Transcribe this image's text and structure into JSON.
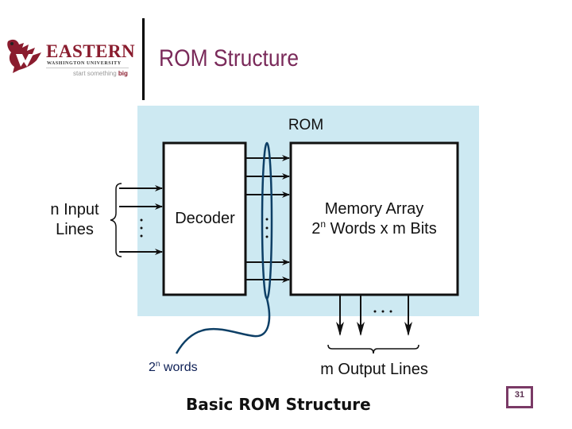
{
  "header": {
    "logo": {
      "wordmark": "EASTERN",
      "subtitle": "WASHINGTON UNIVERSITY",
      "tagline_prefix": "start something ",
      "tagline_emphasis": "big",
      "icon": "eagle-logo-icon"
    },
    "title": "ROM Structure"
  },
  "diagram": {
    "container_label": "ROM",
    "decoder_label": "Decoder",
    "memory_array_label": "Memory Array",
    "memory_array_base": "2",
    "memory_array_exp": "n",
    "memory_array_rest": " Words x m Bits",
    "input_label_line1": "n Input",
    "input_label_line2": "Lines",
    "words_base": "2",
    "words_exp": "n",
    "words_rest": " words",
    "output_label": "m Output Lines",
    "ellipsis": "...",
    "colors": {
      "panel": "#cde9f2",
      "word_lines_highlight": "#0d3f66",
      "words_label": "#0d1f55"
    }
  },
  "caption": "Basic ROM Structure",
  "page_number": "31",
  "colors": {
    "title": "#7a2a5a",
    "brand": "#8a1c2e",
    "page_box": "#7a3a66"
  }
}
